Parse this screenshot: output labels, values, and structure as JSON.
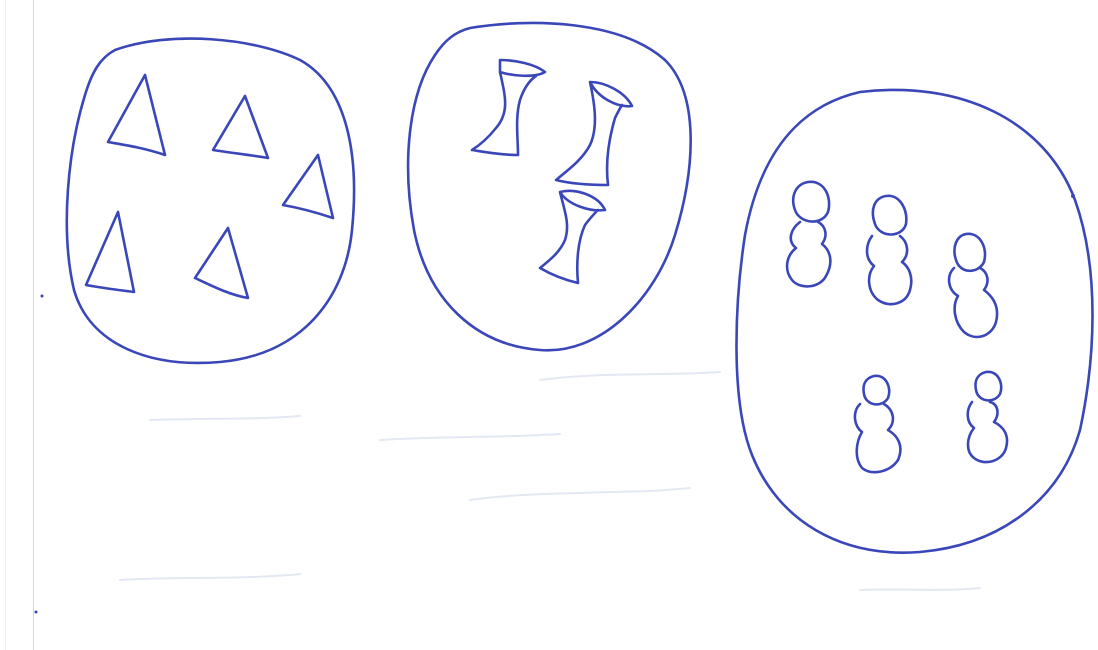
{
  "sheet": {
    "background": "#ffffff",
    "ink_color": "#3a47b8"
  },
  "groups": [
    {
      "shape": "triangle",
      "count": 5
    },
    {
      "shape": "hourglass",
      "count": 3
    },
    {
      "shape": "figure-eight-blob",
      "count": 5
    }
  ]
}
